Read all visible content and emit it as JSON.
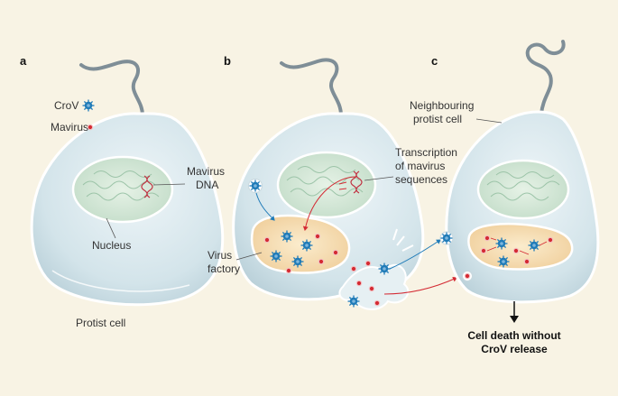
{
  "panels": {
    "a": "a",
    "b": "b",
    "c": "c"
  },
  "legend": {
    "crov": "CroV",
    "mavirus": "Mavirus"
  },
  "labels": {
    "mavirus_dna_line1": "Mavirus",
    "mavirus_dna_line2": "DNA",
    "nucleus": "Nucleus",
    "protist_cell": "Protist cell",
    "transcription_line1": "Transcription",
    "transcription_line2": "of mavirus",
    "transcription_line3": "sequences",
    "virus_factory_line1": "Virus",
    "virus_factory_line2": "factory",
    "neighbouring_line1": "Neighbouring",
    "neighbouring_line2": "protist cell",
    "cell_death_line1": "Cell death without",
    "cell_death_line2": "CroV release"
  },
  "colors": {
    "background": "#f8f3e4",
    "cell_fill": "#d3e4ea",
    "cell_edge": "#ffffff",
    "nucleus_fill": "#d2e8da",
    "virus_factory_fill": "#f6ddb6",
    "crov": "#1f7bb8",
    "mavirus": "#d42a33",
    "dna": "#c03040",
    "flagellum": "#7f8e97"
  }
}
